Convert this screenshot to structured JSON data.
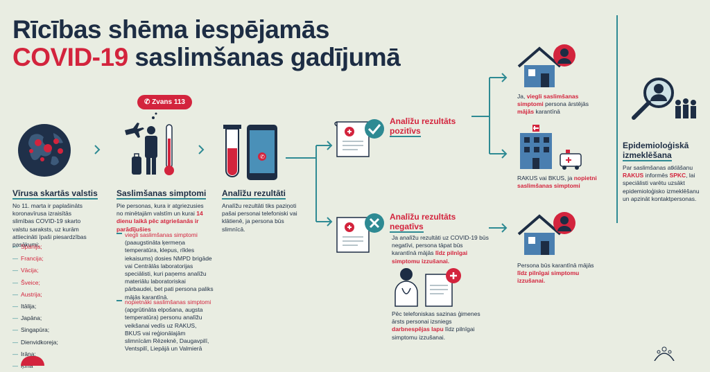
{
  "title": {
    "line1": "Rīcības shēma iespējamās",
    "line2_red": "COVID-19",
    "line2_rest": " saslimšanas gadījumā"
  },
  "col1": {
    "heading": "Vīrusa skartās valstis",
    "text": "No 11. marta ir paplašināts koronavīrusa izraisītās slimības COVID-19 skarto valstu saraksts, uz kurām attiecināti īpaši piesardzības pasākumi:",
    "countries": [
      "Spānija;",
      "Francija;",
      "Vācija;",
      "Šveice;",
      "Austrija;",
      "Itālija;",
      "Japāna;",
      "Singapūra;",
      "Dienvidkoreja;",
      "Irāna;",
      "Ķīna"
    ]
  },
  "col2": {
    "call_pill": "Zvans 113",
    "heading": "Saslimšanas simptomi",
    "intro_a": "Pie personas, kura ir atgriezusies no minētajām valstīm un kurai ",
    "intro_b": "14 dienu laikā pēc atgriešanās ir parādījušies",
    "b1_head": "viegli saslimšanas simptomi",
    "b1_text": "(paaugstināta ķermeņa temperatūra, klepus, rīkles iekaisums) dosies NMPD brigāde vai Centrālās laboratorijas speciālisti, kuri paņems analīžu materiālu laboratoriskai pārbaudei, bet pati persona paliks mājās karantīnā.",
    "b2_head": "nopietnāki saslimšanas simptomi",
    "b2_text": "(apgrūtināta elpošana, augsta temperatūra) personu analīžu veikšanai vedīs uz RAKUS, BKUS vai reģionālajām slimnīcām Rēzeknē, Daugavpilī, Ventspilī, Liepājā un Valmierā"
  },
  "col3": {
    "heading": "Analīžu rezultāti",
    "text": "Analīžu rezultāti tiks paziņoti pašai personai telefoniski vai klātienē, ja persona būs slimnīcā."
  },
  "positive": {
    "heading1": "Analīžu rezultāts",
    "heading2": "pozitīvs"
  },
  "negative": {
    "heading1": "Analīžu rezultāts",
    "heading2": "negatīvs",
    "text_a": "Ja analīžu rezultāti uz COVID-19 būs negatīvi, persona tāpat būs karantīnā mājās ",
    "text_b": "līdz pilnīgai simptomu izzušanai.",
    "doc_text_a": "Pēc telefoniskas sazinas ģimenes ārsts personai izsniegs ",
    "doc_text_b": "darbnespējas lapu",
    "doc_text_c": " līdz pilnīgai simptomu izzušanai."
  },
  "out1": {
    "a": "Ja, ",
    "b": "viegli saslimšanas simptomi",
    "c": " persona ārstējās ",
    "d": "mājās",
    "e": " karantīnā"
  },
  "out2": {
    "a": "RAKUS vai BKUS, ja ",
    "b": "nopietni saslimšanas simptomi"
  },
  "out3": {
    "a": "Persona būs karantīnā mājās ",
    "b": "līdz pilnīgai simptomu izzušanai."
  },
  "epi": {
    "heading1": "Epidemioloģiskā",
    "heading2": "izmeklēšana",
    "text_a": "Par saslimšanas atklāšanu ",
    "text_b": "RAKUS",
    "text_c": " informēs ",
    "text_d": "SPKC",
    "text_e": ", lai speciālisti varētu uzsākt epidemioloģisko izmeklēšanu un apzināt kontaktpersonas."
  },
  "colors": {
    "red": "#d3243d",
    "navy": "#1d2d44",
    "teal": "#2e8a93",
    "background": "#e9ede2"
  }
}
